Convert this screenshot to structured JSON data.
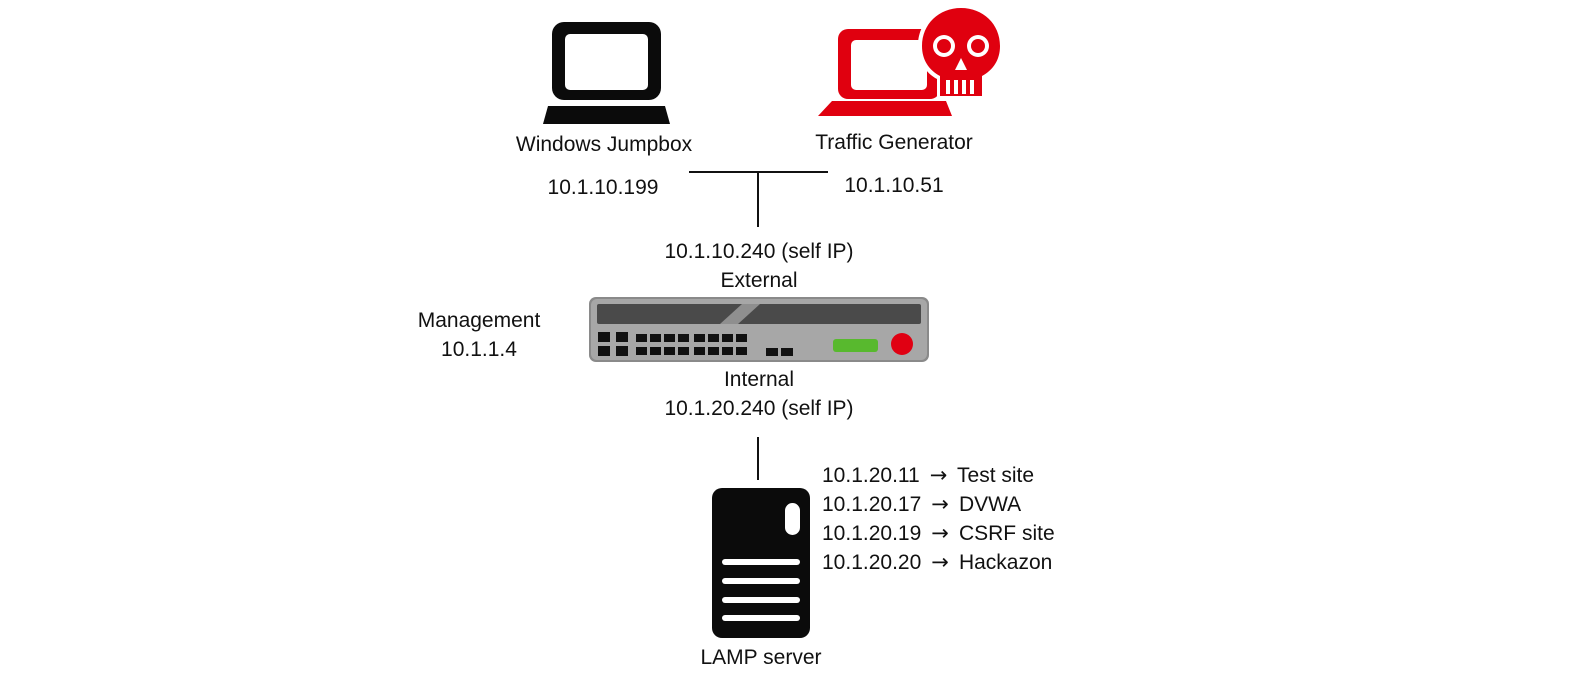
{
  "nodes": {
    "jumpbox": {
      "name": "Windows Jumpbox",
      "ip": "10.1.10.199",
      "icon": "laptop-icon"
    },
    "traffic_generator": {
      "name": "Traffic Generator",
      "ip": "10.1.10.51",
      "icon": "attacker-laptop-skull-icon",
      "color": "#e0000f"
    },
    "bigip": {
      "icon": "network-appliance-icon",
      "external_ip": "10.1.10.240 (self IP)",
      "external_label": "External",
      "internal_label": "Internal",
      "internal_ip": "10.1.20.240 (self IP)",
      "management_label": "Management",
      "management_ip": "10.1.1.4"
    },
    "lamp": {
      "name": "LAMP server",
      "icon": "server-icon",
      "sites": [
        {
          "ip": "10.1.20.11",
          "arrow": "→",
          "site": "Test site"
        },
        {
          "ip": "10.1.20.17",
          "arrow": "→",
          "site": "DVWA"
        },
        {
          "ip": "10.1.20.19",
          "arrow": "→",
          "site": "CSRF site"
        },
        {
          "ip": "10.1.20.20",
          "arrow": "→",
          "site": "Hackazon"
        }
      ]
    }
  },
  "colors": {
    "accent_red": "#e0000f",
    "led_green": "#58b92e",
    "led_red": "#e00012"
  }
}
